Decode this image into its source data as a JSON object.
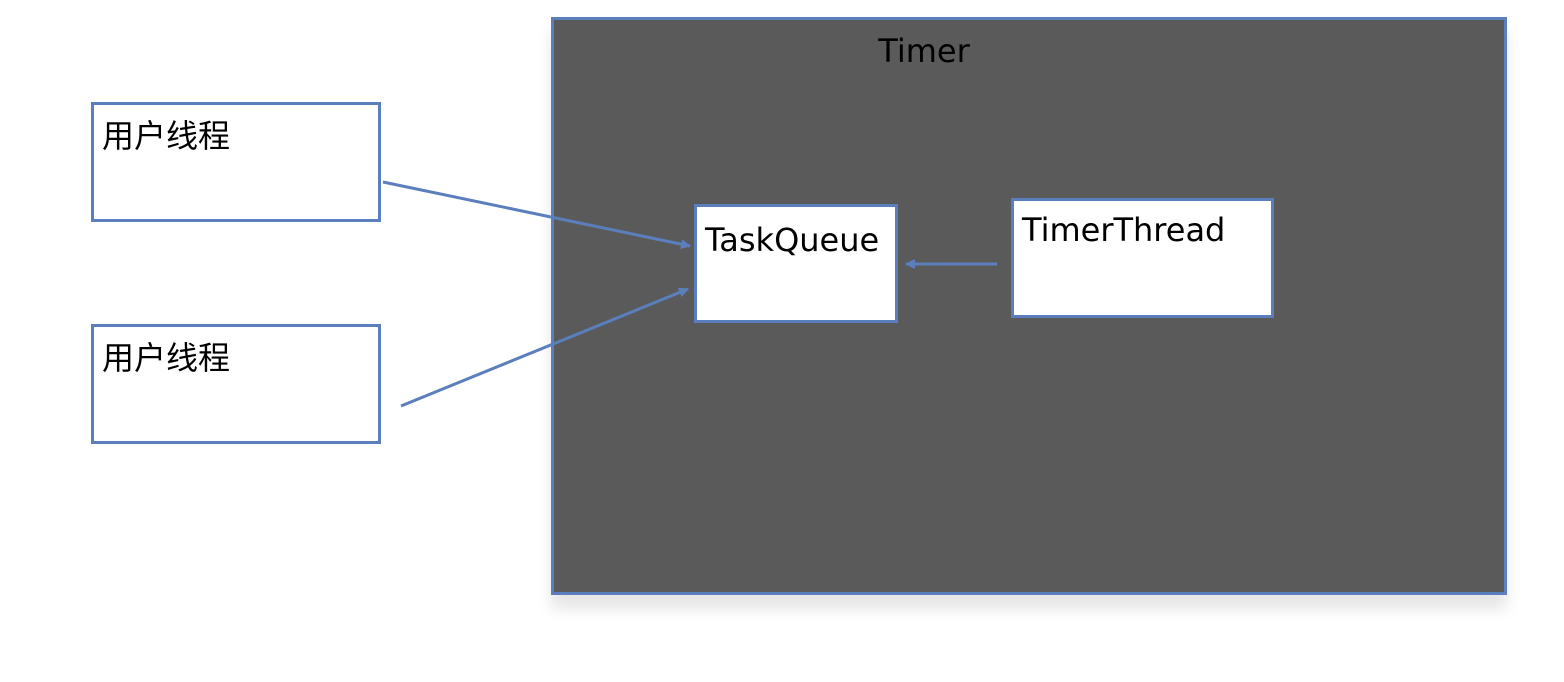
{
  "diagram": {
    "container": {
      "title": "Timer"
    },
    "nodes": {
      "user_thread_1": "用户线程",
      "user_thread_2": "用户线程",
      "task_queue": "TaskQueue",
      "timer_thread": "TimerThread"
    },
    "colors": {
      "container_fill": "#5a5a5a",
      "border": "#5b7fbd",
      "arrow": "#5b7fbd",
      "node_fill": "#ffffff"
    }
  }
}
